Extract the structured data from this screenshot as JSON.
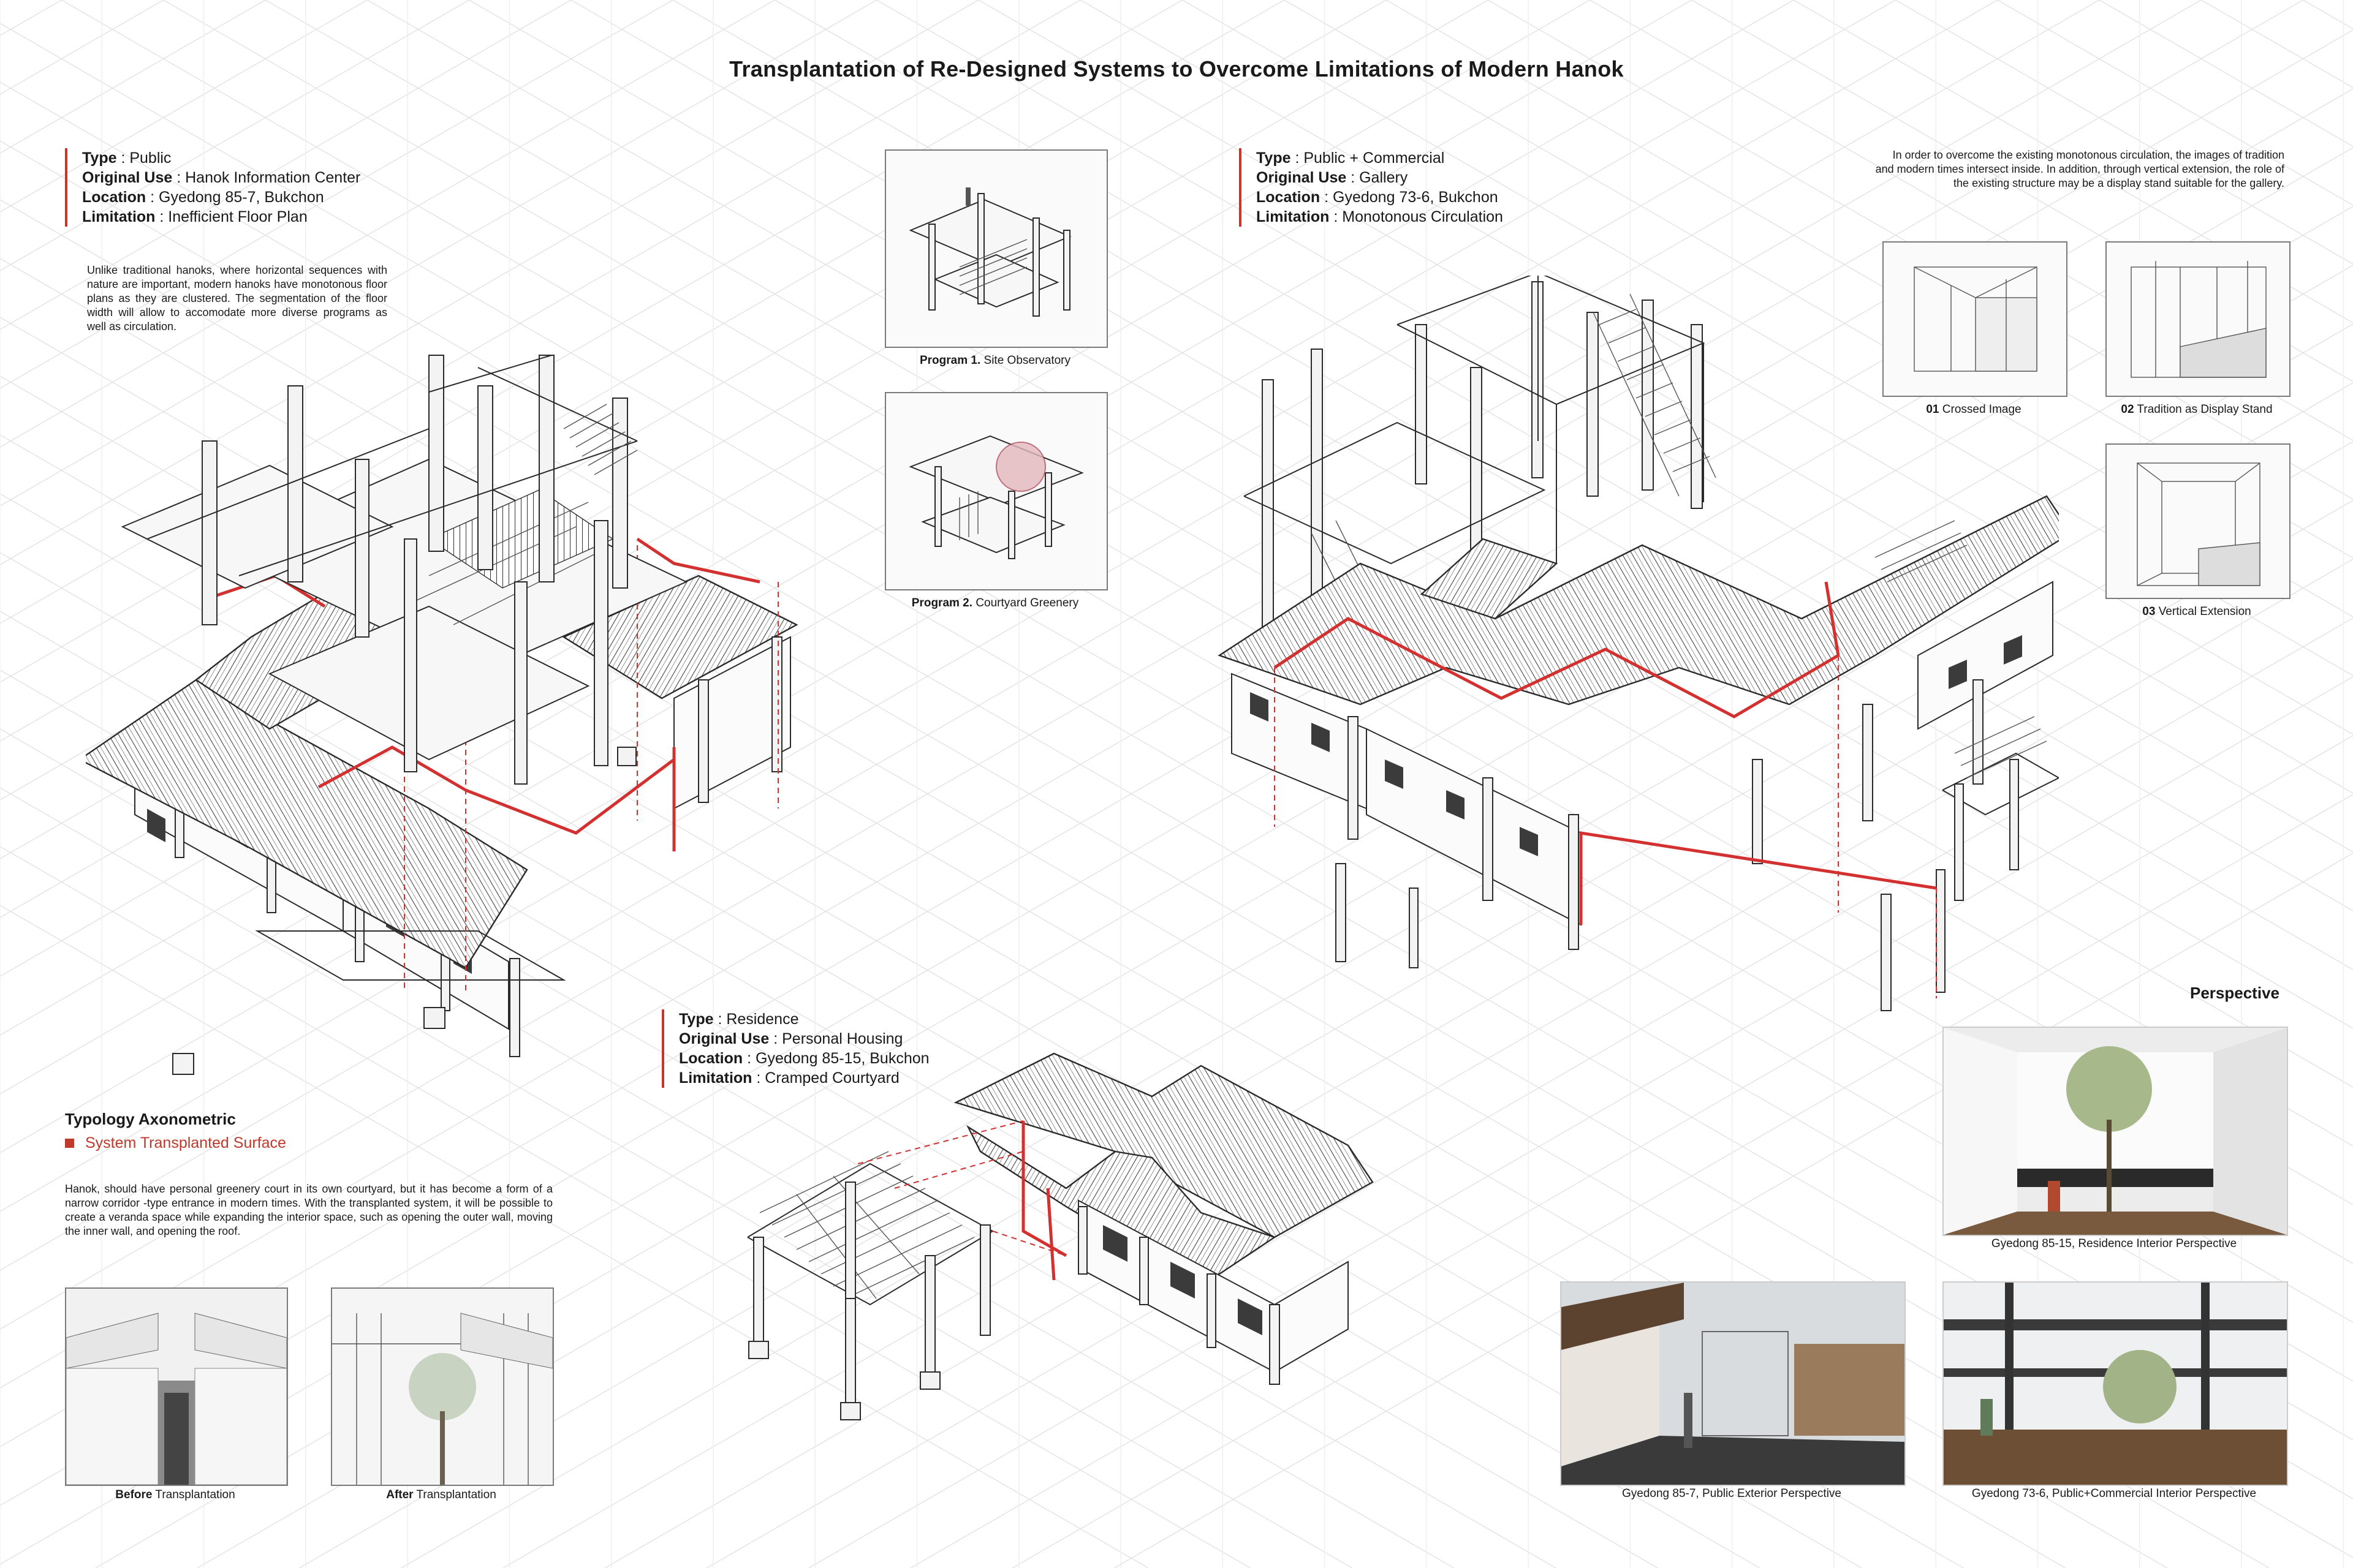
{
  "title": "Transplantation of Re-Designed Systems to Overcome Limitations of Modern Hanok",
  "building_public": {
    "type_label": "Type",
    "type": "Public",
    "use_label": "Original Use",
    "use": "Hanok Information Center",
    "location_label": "Location",
    "location": "Gyedong 85-7, Bukchon",
    "limitation_label": "Limitation",
    "limitation": "Inefficient Floor Plan",
    "description": "Unlike traditional hanoks, where horizontal sequences with nature are important, modern hanoks have monotonous floor plans as they are clustered. The segmentation of the floor width will allow to accomodate more diverse programs as well as circulation."
  },
  "programs": [
    {
      "num": "Program 1.",
      "name": "Site Observatory"
    },
    {
      "num": "Program 2.",
      "name": "Courtyard Greenery"
    }
  ],
  "building_commercial": {
    "type_label": "Type",
    "type": "Public + Commercial",
    "use_label": "Original Use",
    "use": "Gallery",
    "location_label": "Location",
    "location": "Gyedong 73-6, Bukchon",
    "limitation_label": "Limitation",
    "limitation": "Monotonous Circulation",
    "description": "In order to overcome the existing monotonous circulation, the images of tradition and modern times intersect inside. In addition, through vertical extension, the role of the existing structure may be a display stand suitable for the gallery."
  },
  "concepts": [
    {
      "num": "01",
      "name": "Crossed Image"
    },
    {
      "num": "02",
      "name": "Tradition as Display Stand"
    },
    {
      "num": "03",
      "name": "Vertical Extension"
    }
  ],
  "building_residence": {
    "type_label": "Type",
    "type": "Residence",
    "use_label": "Original Use",
    "use": "Personal Housing",
    "location_label": "Location",
    "location": "Gyedong 85-15, Bukchon",
    "limitation_label": "Limitation",
    "limitation": "Cramped Courtyard"
  },
  "typology": {
    "title": "Typology Axonometric",
    "legend": "System Transplanted Surface",
    "description": "Hanok, should have personal greenery court in its own courtyard, but it has become a form of a narrow corridor -type entrance in modern times. With the transplanted system, it will be possible to create a veranda space while expanding the interior space, such as opening the outer wall, moving the inner wall, and opening the roof.",
    "before_bold": "Before",
    "before_rest": "Transplantation",
    "after_bold": "After",
    "after_rest": "Transplantation"
  },
  "perspective": {
    "title": "Perspective",
    "residence_caption": "Gyedong 85-15, Residence Interior Perspective",
    "public_caption": "Gyedong 85-7, Public Exterior Perspective",
    "commercial_caption": "Gyedong 73-6, Public+Commercial Interior Perspective"
  },
  "colors": {
    "accent": "#c0392b",
    "line": "#2a2a2a",
    "background": "#ffffff"
  }
}
